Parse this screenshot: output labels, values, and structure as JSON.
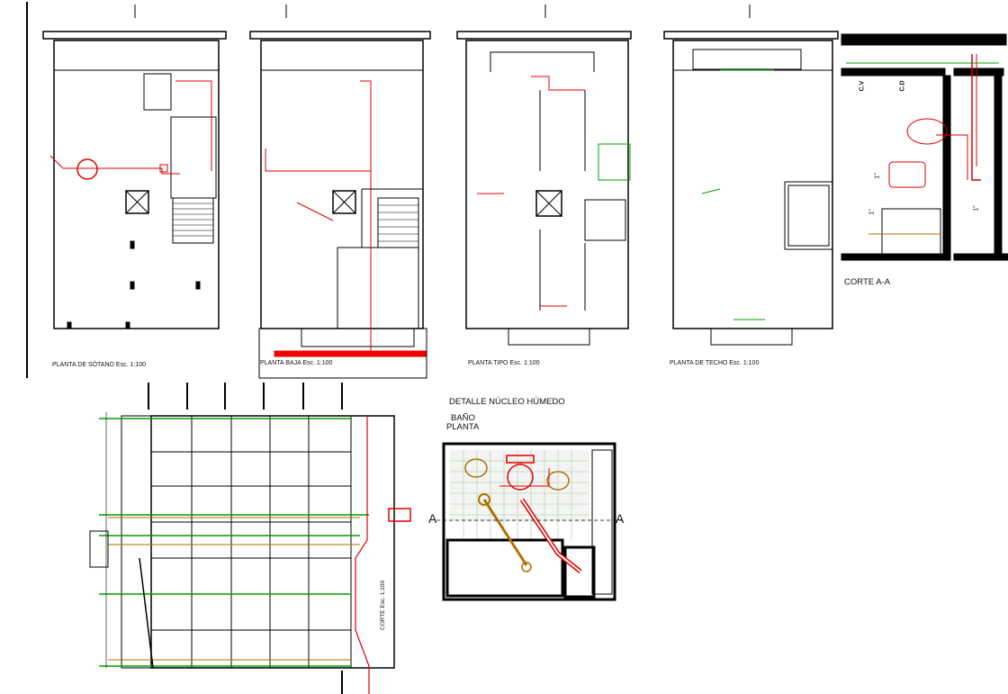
{
  "drawing": {
    "plans": [
      {
        "key": "sotano",
        "label": "PLANTA DE SÓTANO  Esc. 1:100"
      },
      {
        "key": "baja",
        "label": "PLANTA BAJA Esc. 1:100"
      },
      {
        "key": "tipo",
        "label": "PLANTA TIPO  Esc. 1:100"
      },
      {
        "key": "techo",
        "label": "PLANTA DE TECHO  Esc. 1:100"
      }
    ],
    "section_title": "CORTE A-A",
    "section_labels": [
      "C.V",
      "C.D",
      "1\"",
      "1\"",
      "1\""
    ],
    "detail": {
      "title": "DETALLE NÚCLEO HÚMEDO",
      "subtitle": "BAÑO",
      "view": "PLANTA",
      "cut_left": "A",
      "cut_right": "A"
    },
    "elevation_label": "CORTE   Esc. 1:100",
    "colors": {
      "wall": "#000000",
      "hot_water": "#e00000",
      "cold_water": "#00a000",
      "fixture": "#b07000",
      "tile": "#b8d8b0"
    }
  }
}
